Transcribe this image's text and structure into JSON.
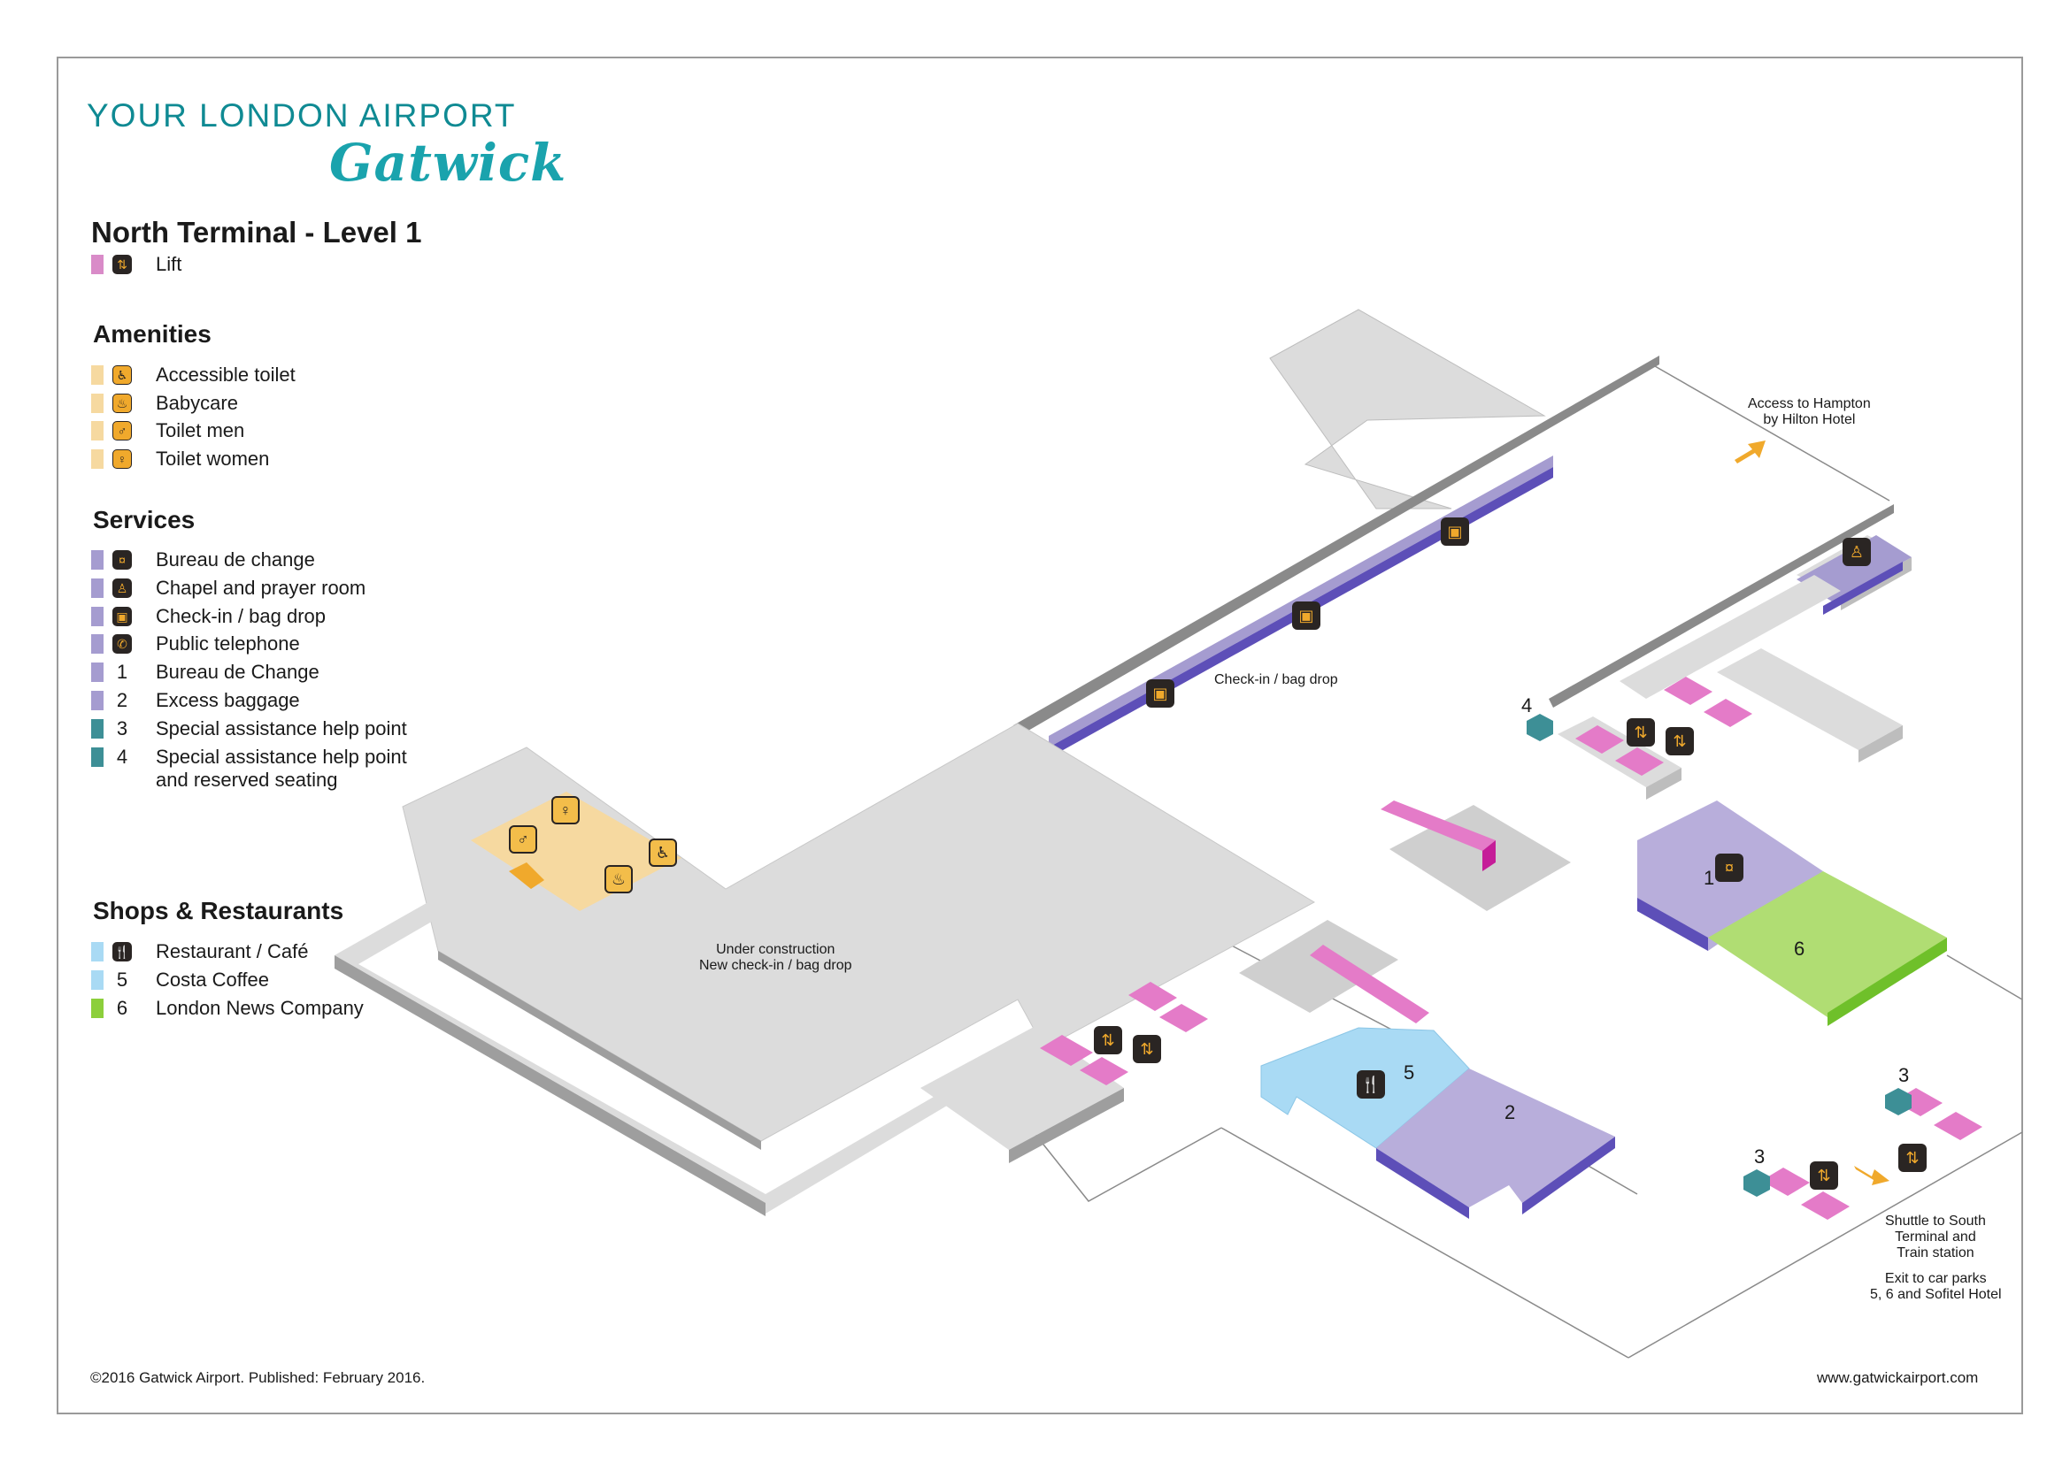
{
  "brand": {
    "line1": "YOUR LONDON AIRPORT",
    "line2": "Gatwick"
  },
  "title": "North Terminal - Level 1",
  "lift": {
    "label": "Lift",
    "color": "#d98bc8",
    "icon": "lift-icon"
  },
  "amenities": {
    "heading": "Amenities",
    "color": "#f6d9a0",
    "items": [
      {
        "label": "Accessible toilet",
        "icon": "wheelchair-icon"
      },
      {
        "label": "Babycare",
        "icon": "babycare-icon"
      },
      {
        "label": "Toilet men",
        "icon": "man-icon"
      },
      {
        "label": "Toilet women",
        "icon": "woman-icon"
      }
    ]
  },
  "services": {
    "heading": "Services",
    "color": "#a59cd0",
    "teal": "#3d8f96",
    "items": [
      {
        "label": "Bureau de change",
        "icon": "currency-icon"
      },
      {
        "label": "Chapel and prayer room",
        "icon": "prayer-icon"
      },
      {
        "label": "Check-in / bag drop",
        "icon": "checkin-icon"
      },
      {
        "label": "Public telephone",
        "icon": "telephone-icon"
      },
      {
        "label": "Bureau de Change",
        "number": "1"
      },
      {
        "label": "Excess baggage",
        "number": "2"
      },
      {
        "label": "Special assistance help point",
        "number": "3"
      },
      {
        "label": "Special assistance help point",
        "label2": "and reserved seating",
        "number": "4"
      }
    ]
  },
  "shops": {
    "heading": "Shops & Restaurants",
    "blue": "#a9daf4",
    "green": "#8ccf3b",
    "items": [
      {
        "label": "Restaurant / Café",
        "icon": "restaurant-icon"
      },
      {
        "label": "Costa Coffee",
        "number": "5"
      },
      {
        "label": "London News Company",
        "number": "6"
      }
    ]
  },
  "map_labels": {
    "hampton": "Access to Hampton",
    "hampton2": "by Hilton Hotel",
    "checkin": "Check-in / bag drop",
    "construction1": "Under construction",
    "construction2": "New check-in / bag drop",
    "shuttle1": "Shuttle to South",
    "shuttle2": "Terminal and",
    "shuttle3": "Train station",
    "exit1": "Exit to car parks",
    "exit2": "5, 6 and Sofitel Hotel",
    "n1": "1",
    "n2": "2",
    "n3a": "3",
    "n3b": "3",
    "n4": "4",
    "n5": "5",
    "n6": "6"
  },
  "footer": {
    "copyright": "©2016 Gatwick Airport. Published: February 2016.",
    "url": "www.gatwickairport.com"
  }
}
